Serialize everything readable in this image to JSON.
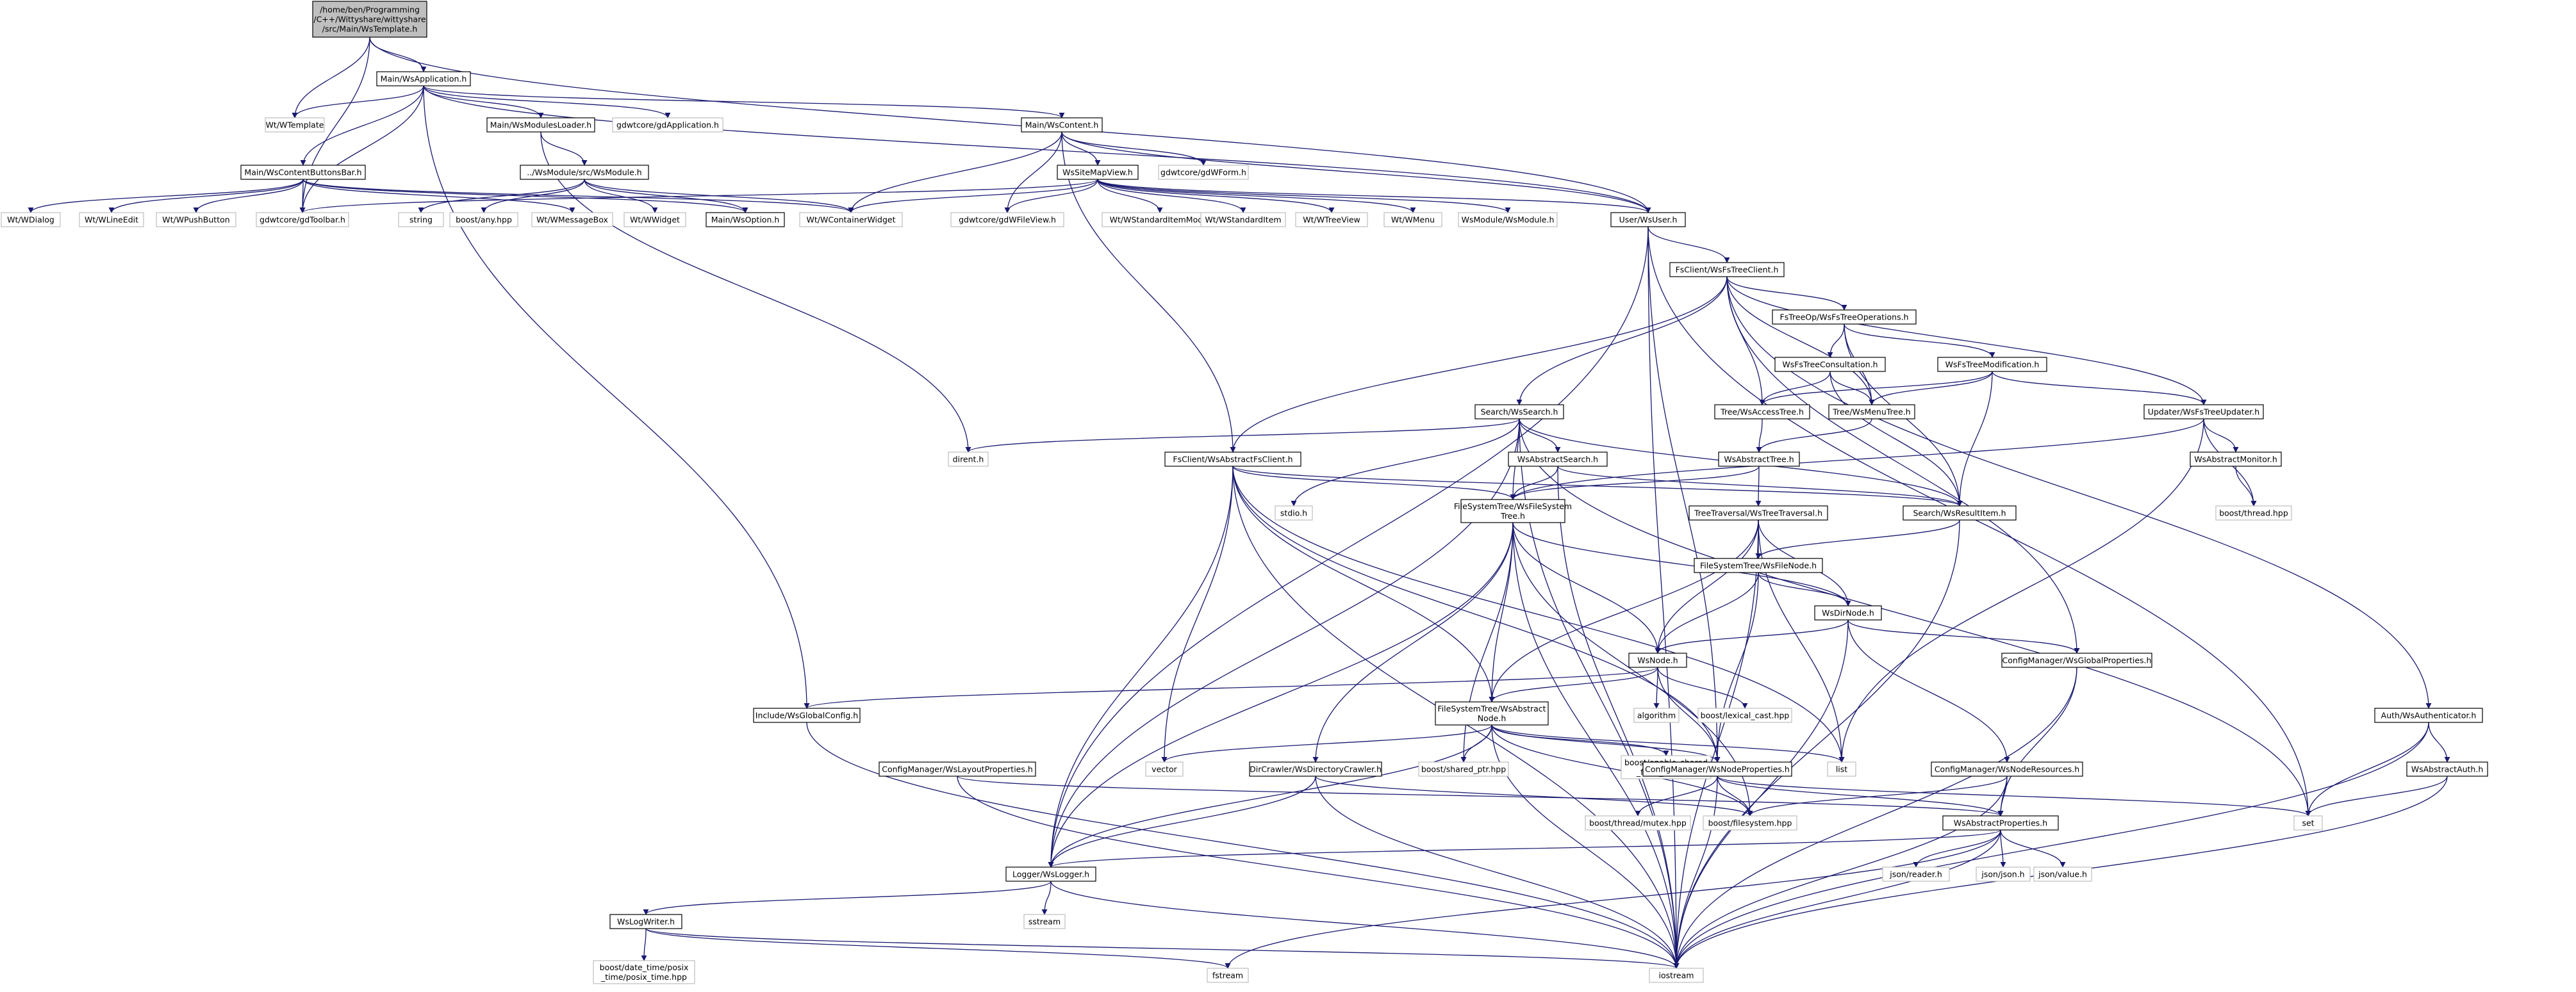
{
  "colors": {
    "edge": "#191970",
    "box_black": "#000000",
    "box_gray": "#bfbfbf",
    "root_fill": "#bfbfbf",
    "fill": "#ffffff"
  },
  "nodes": {
    "root": [
      "/home/ben/Programming",
      "/C++/Wittyshare/wittyshare",
      "/src/Main/WsTemplate.h"
    ],
    "wsapplication": [
      "Main/WsApplication.h"
    ],
    "wtwtemplate": [
      "Wt/WTemplate"
    ],
    "gdapplication": [
      "gdwtcore/gdApplication.h"
    ],
    "wsmodulesloader": [
      "Main/WsModulesLoader.h"
    ],
    "wscontent": [
      "Main/WsContent.h"
    ],
    "wscontentbuttonsbar": [
      "Main/WsContentButtonsBar.h"
    ],
    "wsmodule": [
      "../WsModule/src/WsModule.h"
    ],
    "wssitemapview": [
      "WsSiteMapView.h"
    ],
    "gdwform": [
      "gdwtcore/gdWForm.h"
    ],
    "wtwdialog": [
      "Wt/WDialog"
    ],
    "wtwlineedit": [
      "Wt/WLineEdit"
    ],
    "wtwpushbutton": [
      "Wt/WPushButton"
    ],
    "gdtoolbar": [
      "gdwtcore/gdToolbar.h"
    ],
    "string": [
      "string"
    ],
    "boostany": [
      "boost/any.hpp"
    ],
    "wtwmessagebox": [
      "Wt/WMessageBox"
    ],
    "wtwwidget": [
      "Wt/WWidget"
    ],
    "wsoption": [
      "Main/WsOption.h"
    ],
    "wtwcontainerwidget": [
      "Wt/WContainerWidget"
    ],
    "gdwfileview": [
      "gdwtcore/gdWFileView.h"
    ],
    "wtwstandarditemmodel": [
      "Wt/WStandardItemModel"
    ],
    "wtwstandarditem": [
      "Wt/WStandardItem"
    ],
    "wtwtreeview": [
      "Wt/WTreeView"
    ],
    "wtwmenu": [
      "Wt/WMenu"
    ],
    "wsmodulewsmodule": [
      "WsModule/WsModule.h"
    ],
    "userwsuser": [
      "User/WsUser.h"
    ],
    "wsfstreeclient": [
      "FsClient/WsFsTreeClient.h"
    ],
    "wsfstreeoperations": [
      "FsTreeOp/WsFsTreeOperations.h"
    ],
    "wsfstreeconsultation": [
      "WsFsTreeConsultation.h"
    ],
    "wsfstreemodification": [
      "WsFsTreeModification.h"
    ],
    "wsaccesstree": [
      "Tree/WsAccessTree.h"
    ],
    "wsmenutree": [
      "Tree/WsMenuTree.h"
    ],
    "wsfstreeupdater": [
      "Updater/WsFsTreeUpdater.h"
    ],
    "wsabstracttree": [
      "WsAbstractTree.h"
    ],
    "wsabstractmonitor": [
      "WsAbstractMonitor.h"
    ],
    "boostthread": [
      "boost/thread.hpp"
    ],
    "searchwssearch": [
      "Search/WsSearch.h"
    ],
    "dirent": [
      "dirent.h"
    ],
    "wsabstractfsclient": [
      "FsClient/WsAbstractFsClient.h"
    ],
    "wsabstractsearch": [
      "WsAbstractSearch.h"
    ],
    "stdio": [
      "stdio.h"
    ],
    "wsfilesystemtree": [
      "FileSystemTree/WsFileSystem",
      "Tree.h"
    ],
    "wsresultitem": [
      "Search/WsResultItem.h"
    ],
    "wstreetraversal": [
      "TreeTraversal/WsTreeTraversal.h"
    ],
    "wsfilenode": [
      "FileSystemTree/WsFileNode.h"
    ],
    "wsdirnode": [
      "WsDirNode.h"
    ],
    "wsglobalproperties": [
      "ConfigManager/WsGlobalProperties.h"
    ],
    "wsnode": [
      "WsNode.h"
    ],
    "algorithm": [
      "algorithm"
    ],
    "boostlexicalcast": [
      "boost/lexical_cast.hpp"
    ],
    "wsglobalconfig": [
      "Include/WsGlobalConfig.h"
    ],
    "wsabstractnode": [
      "FileSystemTree/WsAbstract",
      "Node.h"
    ],
    "authwsauthenticator": [
      "Auth/WsAuthenticator.h"
    ],
    "vector": [
      "vector"
    ],
    "boostsharedptr": [
      "boost/shared_ptr.hpp"
    ],
    "boostenableshared": [
      "boost/enable_shared",
      "_from_this.hpp"
    ],
    "wsnodeproperties": [
      "ConfigManager/WsNodeProperties.h"
    ],
    "list": [
      "list"
    ],
    "wslayoutproperties": [
      "ConfigManager/WsLayoutProperties.h"
    ],
    "wsdirectorycrawler": [
      "DirCrawler/WsDirectoryCrawler.h"
    ],
    "wsnoderesources": [
      "ConfigManager/WsNodeResources.h"
    ],
    "wsabstractauth": [
      "WsAbstractAuth.h"
    ],
    "set": [
      "set"
    ],
    "boostthreadmutex": [
      "boost/thread/mutex.hpp"
    ],
    "boostfilesystem": [
      "boost/filesystem.hpp"
    ],
    "wsabstractproperties": [
      "WsAbstractProperties.h"
    ],
    "wslogger": [
      "Logger/WsLogger.h"
    ],
    "jsonreader": [
      "json/reader.h"
    ],
    "jsonjson": [
      "json/json.h"
    ],
    "jsonvalue": [
      "json/value.h"
    ],
    "sstream": [
      "sstream"
    ],
    "wslogwriter": [
      "WsLogWriter.h"
    ],
    "boostposixtime": [
      "boost/date_time/posix",
      "_time/posix_time.hpp"
    ],
    "fstream": [
      "fstream"
    ],
    "iostream": [
      "iostream"
    ]
  }
}
